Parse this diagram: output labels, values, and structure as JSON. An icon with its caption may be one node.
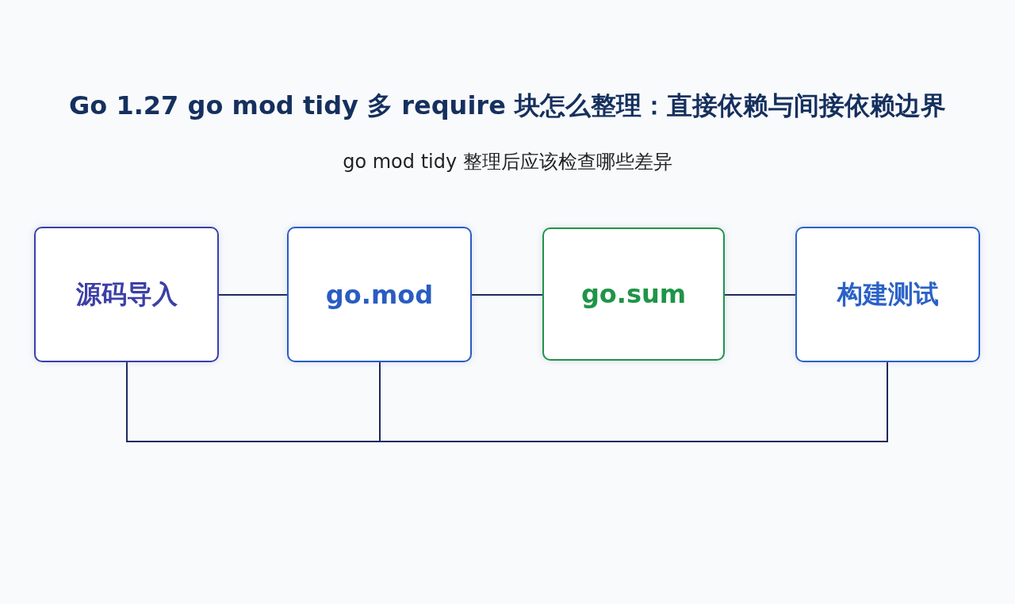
{
  "diagram": {
    "title": "Go 1.27 go mod tidy 多 require 块怎么整理：直接依赖与间接依赖边界",
    "caption": "go mod tidy 整理后应该检查哪些差异",
    "nodes": [
      {
        "text": [
          "源码导入"
        ]
      },
      {
        "text": [
          "go.mod"
        ]
      },
      {
        "text": [
          "go.sum"
        ]
      },
      {
        "text": [
          "构建测试"
        ]
      }
    ],
    "edges": [
      {
        "from": 0,
        "to": 1,
        "arrow": "none"
      },
      {
        "from": 1,
        "to": 2,
        "arrow": "none"
      },
      {
        "from": 2,
        "to": 3,
        "arrow": "none"
      },
      {
        "from": 0,
        "to": 3,
        "arrow": "none"
      },
      {
        "from": 1,
        "to": 3,
        "arrow": "none"
      }
    ]
  }
}
